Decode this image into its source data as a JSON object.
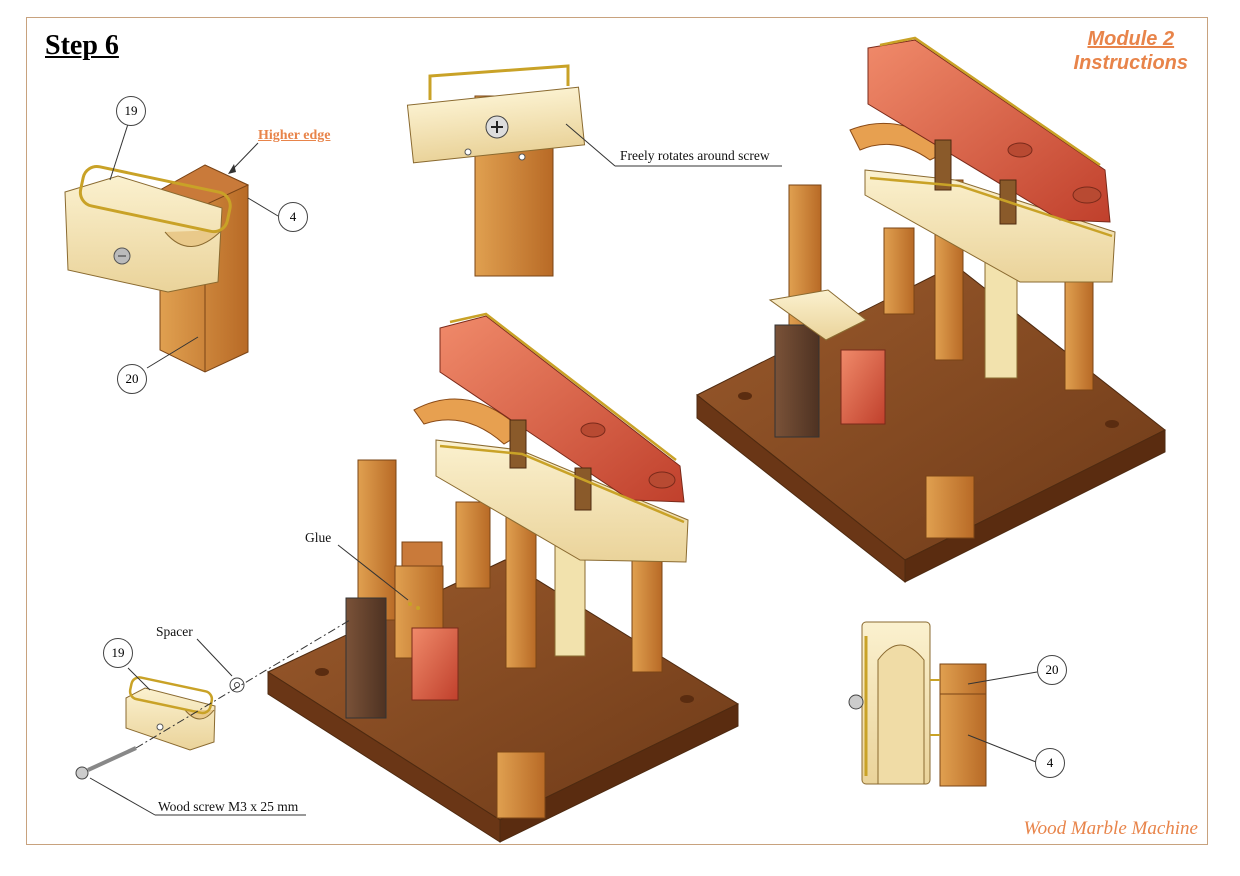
{
  "header": {
    "step_title": "Step 6",
    "module_line1": "Module 2",
    "module_line2": "Instructions"
  },
  "footer": {
    "product_name": "Wood Marble Machine"
  },
  "callouts": {
    "higher_edge": "Higher edge",
    "freely_rotates": "Freely rotates around screw",
    "glue": "Glue",
    "spacer": "Spacer",
    "wood_screw": "Wood screw M3 x 25 mm"
  },
  "balloons": {
    "detail_top_19": "19",
    "detail_top_4": "4",
    "detail_top_20": "20",
    "exploded_19": "19",
    "side_view_20": "20",
    "side_view_4": "4"
  },
  "colors": {
    "accent": "#e8844a",
    "frame": "#c8a27e",
    "base_wood": "#8a4e26",
    "light_wood": "#f3e3b0",
    "red_wood": "#d8553f",
    "brass": "#c9a227"
  }
}
